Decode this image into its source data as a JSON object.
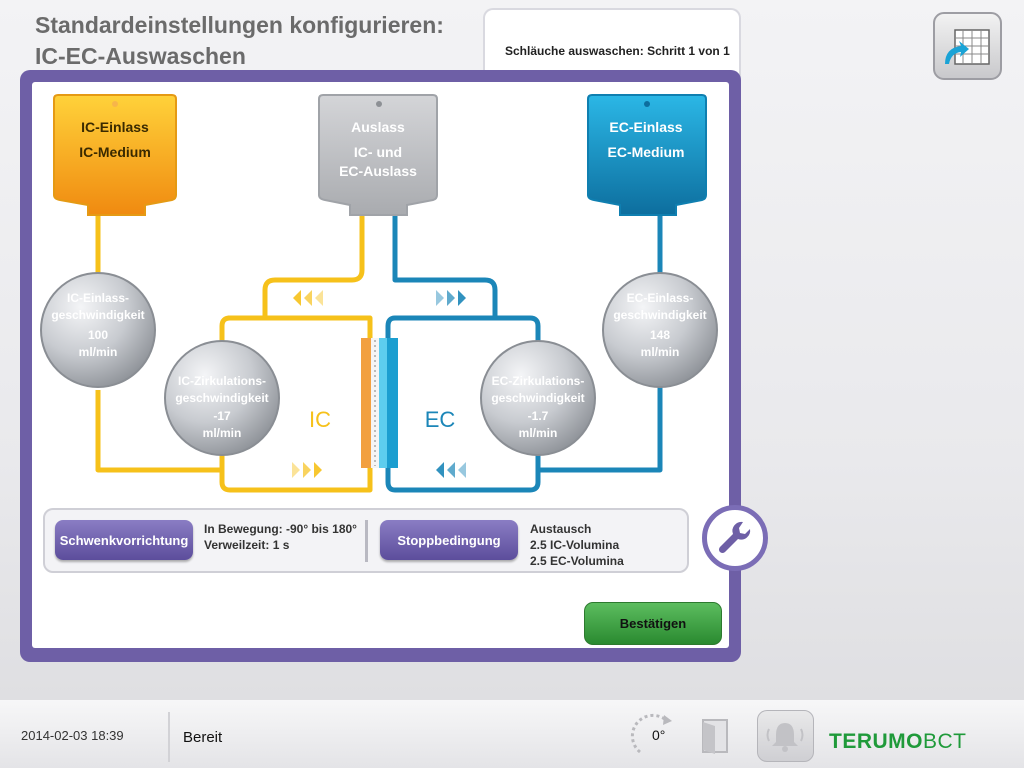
{
  "header": {
    "title_line1": "Standardeinstellungen konfigurieren:",
    "title_line2": "IC-EC-Auswaschen",
    "step_label": "Schläuche auswaschen:",
    "step_value": "Schritt 1 von 1"
  },
  "bags": {
    "ic": {
      "line1": "IC-Einlass",
      "line2": "IC-Medium"
    },
    "outlet": {
      "line1": "Auslass",
      "line2": "IC- und",
      "line3": "EC-Auslass"
    },
    "ec": {
      "line1": "EC-Einlass",
      "line2": "EC-Medium"
    }
  },
  "gauges": {
    "ic_inlet": {
      "line1": "IC-Einlass-",
      "line2": "geschwindigkeit",
      "value": "100",
      "unit": "ml/min"
    },
    "ic_circ": {
      "line1": "IC-Zirkulations-",
      "line2": "geschwindigkeit",
      "value": "-17",
      "unit": "ml/min"
    },
    "ec_circ": {
      "line1": "EC-Zirkulations-",
      "line2": "geschwindigkeit",
      "value": "-1.7",
      "unit": "ml/min"
    },
    "ec_inlet": {
      "line1": "EC-Einlass-",
      "line2": "geschwindigkeit",
      "value": "148",
      "unit": "ml/min"
    }
  },
  "labels": {
    "ic": "IC",
    "ec": "EC"
  },
  "settings": {
    "rocker_button": "Schwenkvorrichtung",
    "rocker_motion": "In Bewegung: -90° bis 180°",
    "rocker_dwell": "Verweilzeit: 1 s",
    "stop_button": "Stoppbedingung",
    "stop_line1": "Austausch",
    "stop_line2": "2.5 IC-Volumina",
    "stop_line3": "2.5 EC-Volumina"
  },
  "confirm_label": "Bestätigen",
  "statusbar": {
    "datetime": "2014-02-03 18:39",
    "status": "Bereit",
    "angle": "0°",
    "brand_bold": "TERUMO",
    "brand_thin": "BCT"
  },
  "colors": {
    "ic": "#f6c11a",
    "ec": "#1b86b8",
    "panel": "#6e5fa6",
    "confirm": "#3aa13f"
  },
  "icons": [
    "calendar-grid-icon",
    "wrench-icon",
    "rotation-icon",
    "door-icon",
    "bell-icon"
  ]
}
